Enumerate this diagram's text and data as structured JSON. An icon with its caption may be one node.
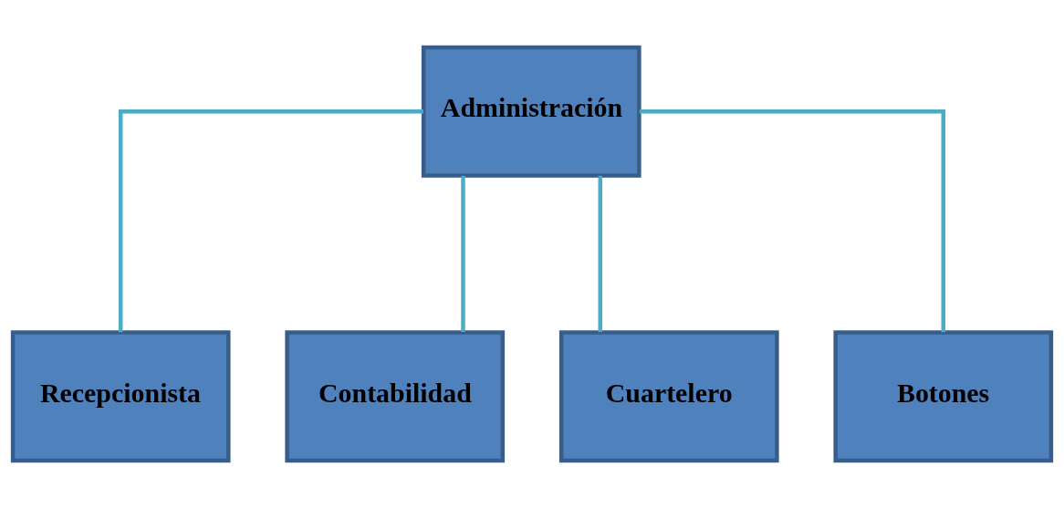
{
  "diagram": {
    "nodes": [
      {
        "text": [
          "Administración"
        ]
      },
      {
        "text": [
          "Recepcionista"
        ]
      },
      {
        "text": [
          "Contabilidad"
        ]
      },
      {
        "text": [
          "Cuartelero"
        ]
      },
      {
        "text": [
          "Botones"
        ]
      }
    ],
    "edges": [
      {
        "from": 0,
        "to": 1,
        "arrow": "none"
      },
      {
        "from": 0,
        "to": 2,
        "arrow": "none"
      },
      {
        "from": 0,
        "to": 3,
        "arrow": "none"
      },
      {
        "from": 0,
        "to": 4,
        "arrow": "none"
      }
    ]
  }
}
